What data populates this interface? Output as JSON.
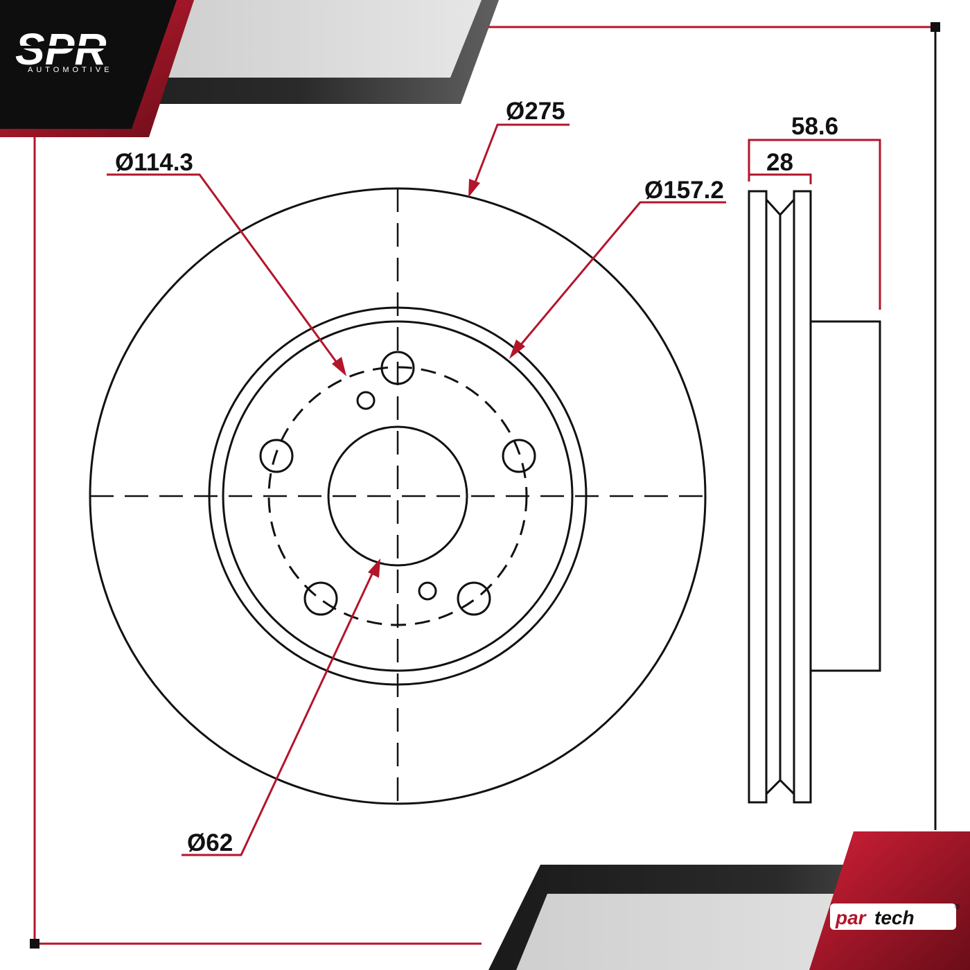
{
  "brand": {
    "logo_text": "SPR",
    "logo_subtext": "AUTOMOTIVE",
    "partner_logo": {
      "part1": "par",
      "part2": "tech",
      "mark": "®"
    }
  },
  "dimensions": {
    "outer_diameter": "Ø275",
    "bolt_circle": "Ø114.3",
    "hat_diameter": "Ø157.2",
    "center_bore": "Ø62",
    "total_height": "58.6",
    "disc_thickness": "28"
  },
  "colors": {
    "accent_red": "#b3152a",
    "dark": "#111111",
    "grey": "#d4d4d4"
  }
}
